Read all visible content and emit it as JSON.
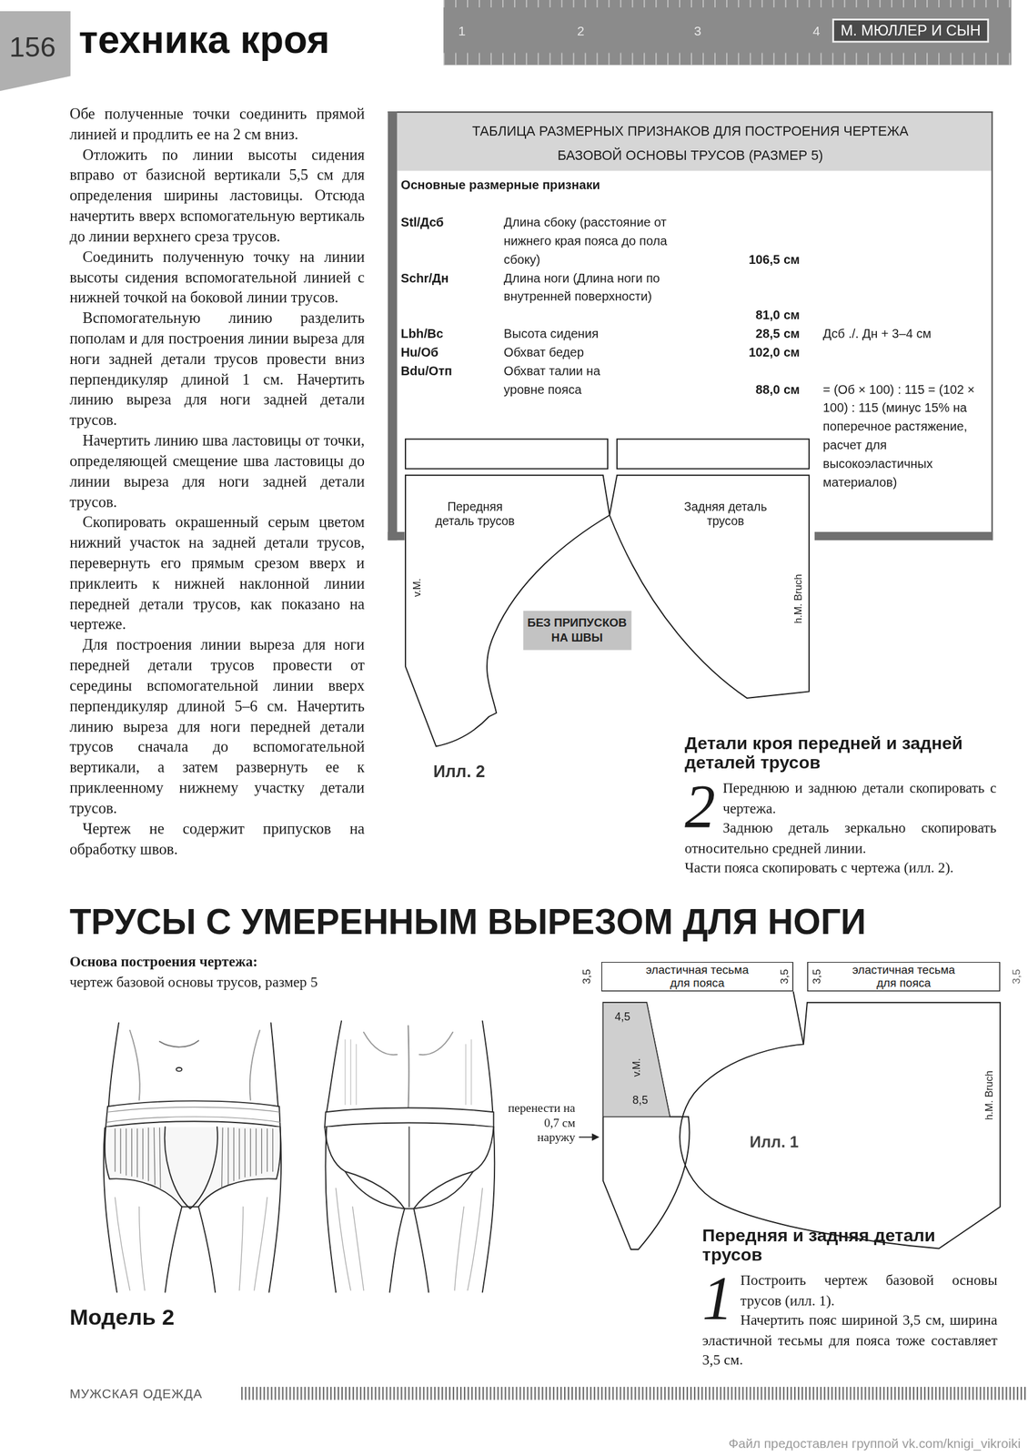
{
  "diagram": {
    "title": "техника кроя",
    "nodes": [
      {
        "text": [
          "156"
        ]
      },
      {
        "text": [
          "1",
          "2",
          "3",
          "4"
        ]
      },
      {
        "text": [
          "М. МЮЛЛЕР И СЫН"
        ],
        "in": 1
      },
      {
        "text": [
          "ТАБЛИЦА РАЗМЕРНЫХ ПРИЗНАКОВ ДЛЯ ПОСТРОЕНИЯ ЧЕРТЕЖА БАЗОВОЙ ОСНОВЫ ТРУСОВ (РАЗМЕР 5)",
          "Основные размерные признаки",
          "Stl/Дсб",
          "Длина сбоку (расстояние от нижнего края пояса до пола сбоку)",
          "106,5 см",
          "Schr/Дн",
          "Длина ноги (Длина ноги по внутренней поверхности)",
          "81,0 см",
          "Lbh/Вс",
          "Высота сидения",
          "28,5 см",
          "Дсб ./. Дн + 3–4 см",
          "Hu/Об",
          "Обхват бедер",
          "102,0 см",
          "Bdu/Отп",
          "Обхват талии на уровне пояса",
          "88,0 см",
          "= (Об × 100) : 115 = (102 × 100) : 115 (минус 15% на поперечное растяжение, расчет для высокоэластичных материалов)"
        ]
      },
      {
        "text": [
          "Передняя деталь трусов",
          "v.M."
        ]
      },
      {
        "text": [
          "Задняя деталь трусов",
          "h.M. Bruch"
        ]
      },
      {
        "text": [
          "БЕЗ ПРИПУСКОВ НА ШВЫ"
        ]
      },
      {
        "text": [
          "эластичная тесьма для пояса"
        ]
      },
      {
        "text": [
          "эластичная тесьма для пояса"
        ]
      },
      {
        "text": [
          "4,5",
          "v.M.",
          "8,5"
        ]
      },
      {
        "text": [
          "h.M. Bruch"
        ]
      }
    ],
    "labels": [
      "Обе полученные точки соединить прямой линией и продлить ее на 2 см вниз.",
      "Отложить по линии высоты сидения вправо от базисной вертикали 5,5 см для определения ширины ластовицы. Отсюда начертить вверх вспомогательную вертикаль до линии верхнего среза трусов.",
      "Соединить полученную точку на линии высоты сидения вспомогательной линией с нижней точкой на боковой линии трусов.",
      "Вспомогательную линию разделить пополам и для построения линии выреза для ноги задней детали трусов провести вниз перпендикуляр длиной 1 см. Начертить линию выреза для ноги задней детали трусов.",
      "Начертить линию шва ластовицы от точки, определяющей смещение шва ластовицы до линии выреза для ноги задней детали трусов.",
      "Скопировать окрашенный серым цветом нижний участок на задней детали трусов, перевернуть его прямым срезом вверх и приклеить к нижней наклонной линии передней детали трусов, как показано на чертеже.",
      "Для построения линии выреза для ноги передней детали трусов провести от середины вспомогательной линии вверх перпендикуляр длиной 5–6 см. Начертить линию выреза для ноги передней детали трусов сначала до вспомогательной вертикали, а затем развернуть ее к приклеенному нижнему участку детали трусов.",
      "Чертеж не содержит припусков на обработку швов.",
      "Илл. 2",
      "Детали кроя передней и задней деталей трусов",
      "2",
      "Переднюю и заднюю детали скопировать с чертежа.",
      "Заднюю деталь зеркально скопировать относительно средней линии.",
      "Части пояса скопировать с чертежа (илл. 2).",
      "ТРУСЫ С УМЕРЕННЫМ ВЫРЕЗОМ ДЛЯ НОГИ",
      "Основа построения чертежа:",
      "чертеж базовой основы трусов, размер 5",
      "Модель 2",
      "3,5",
      "3,5",
      "3,5",
      "3,5",
      "перенести на 0,7 см наружу",
      "Илл. 1",
      "Передняя и задняя детали трусов",
      "1",
      "Построить чертеж базовой основы трусов (илл. 1).",
      "Начертить пояс шириной 3,5 см, ширина эластичной тесьмы для пояса тоже составляет 3,5 см.",
      "МУЖСКАЯ ОДЕЖДА",
      "Файл предоставлен группой vk.com/knigi_vikroiki"
    ]
  }
}
